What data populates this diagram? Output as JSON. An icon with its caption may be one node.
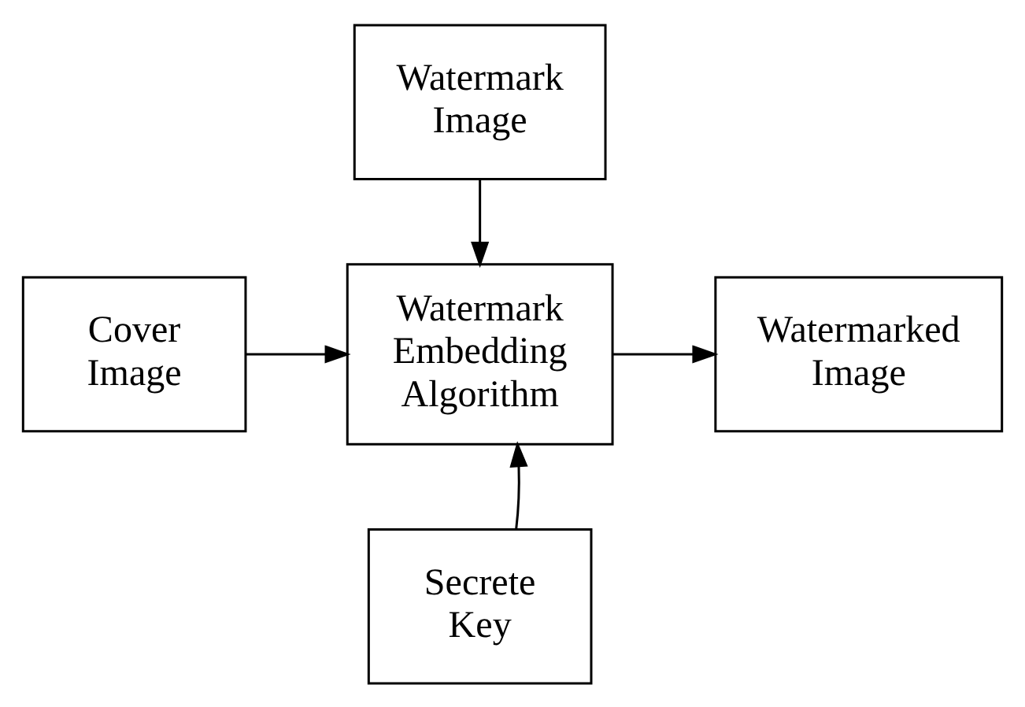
{
  "diagram": {
    "nodes": [
      {
        "text": [
          "Watermark Image"
        ]
      },
      {
        "text": [
          "Cover Image"
        ]
      },
      {
        "text": [
          "Watermark Embedding Algorithm"
        ]
      },
      {
        "text": [
          "Watermarked Image"
        ]
      },
      {
        "text": [
          "Secrete Key"
        ]
      }
    ],
    "edges": [
      {
        "from": 0,
        "to": 2,
        "arrow": "to"
      },
      {
        "from": 1,
        "to": 2,
        "arrow": "to"
      },
      {
        "from": 2,
        "to": 3,
        "arrow": "to"
      },
      {
        "from": 4,
        "to": 2,
        "arrow": "to"
      }
    ]
  }
}
